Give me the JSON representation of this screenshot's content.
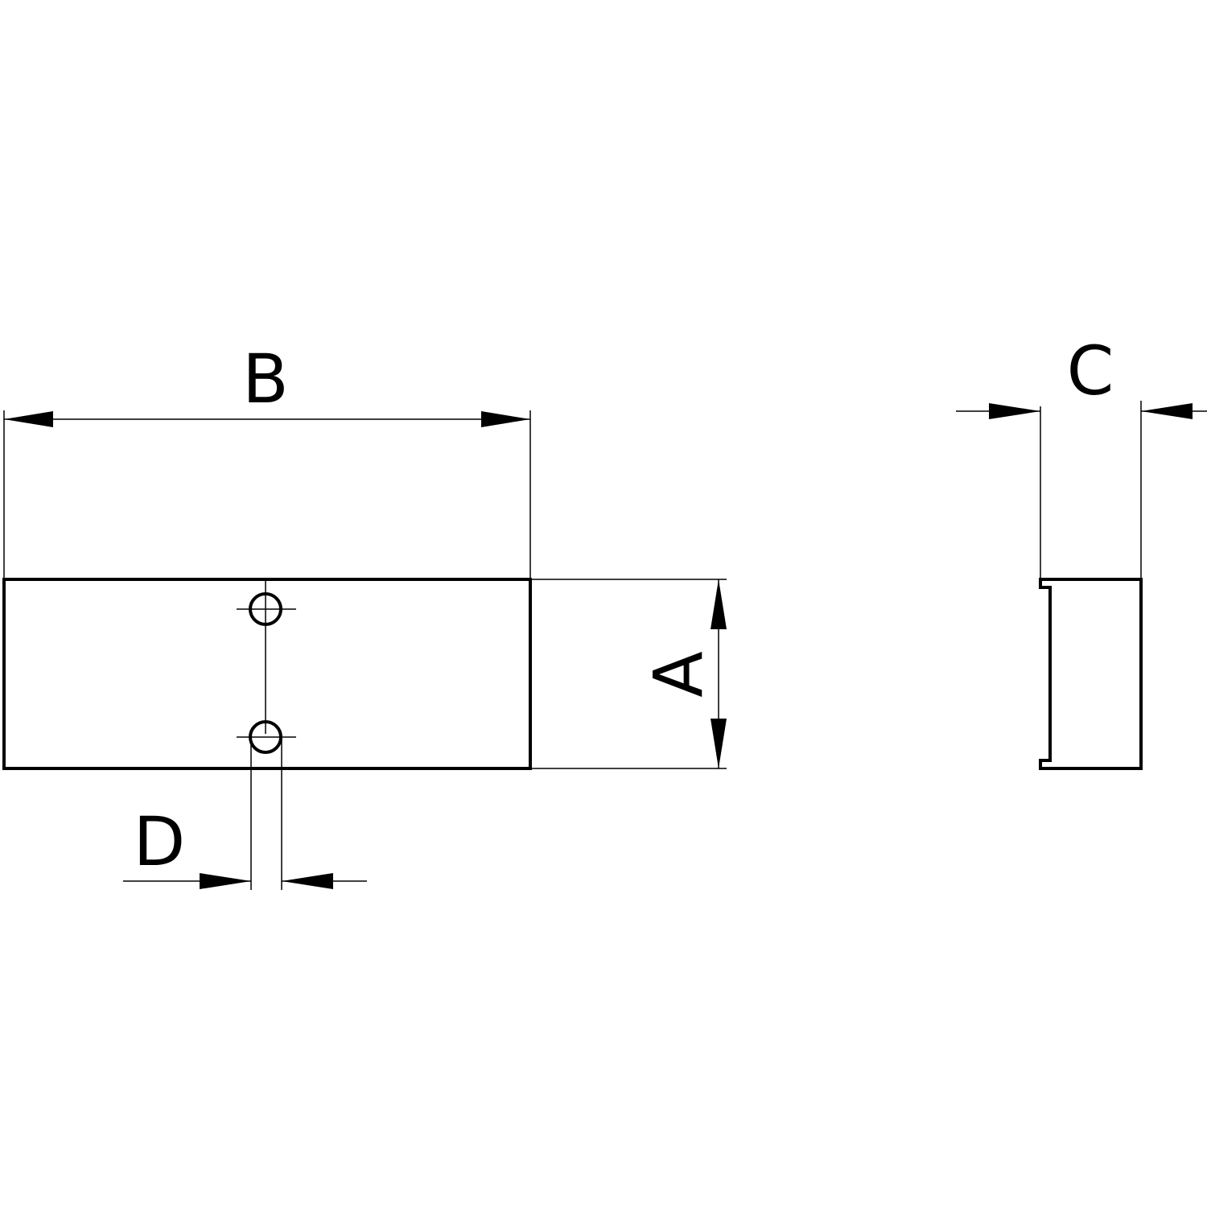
{
  "labels": {
    "a": "A",
    "b": "B",
    "c": "C",
    "d": "D"
  },
  "colors": {
    "stroke": "#000000",
    "background": "#ffffff"
  }
}
